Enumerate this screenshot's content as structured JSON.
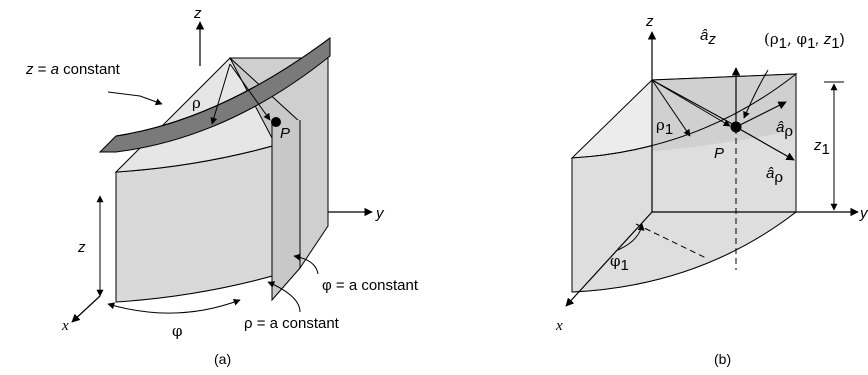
{
  "figure_a": {
    "caption": "(a)",
    "z_axis": "z",
    "y_axis": "y",
    "x_axis": "x",
    "z_const_label_var": "z",
    "z_const_label_eq": " = ",
    "z_const_label_a": "a",
    "z_const_label_rest": " constant",
    "rho": "ρ",
    "point": "P",
    "height": "z",
    "phi": "φ",
    "phi_const": "φ = a constant",
    "rho_const": "ρ = a constant"
  },
  "figure_b": {
    "caption": "(b)",
    "z_axis": "z",
    "y_axis": "y",
    "x_axis": "x",
    "a_z": "â",
    "a_z_sub": "z",
    "coords": "(ρ",
    "coords_sub1": "1",
    "coords_mid1": ", φ",
    "coords_sub2": "1",
    "coords_mid2": ", z",
    "coords_sub3": "1",
    "coords_end": ")",
    "rho1": "ρ",
    "rho1_sub": "1",
    "point": "P",
    "a_rho": "â",
    "a_rho_sub": "ρ",
    "a_phi": "â",
    "a_phi_sub": "ρ",
    "z1": "z",
    "z1_sub": "1",
    "phi1": "φ",
    "phi1_sub": "1"
  }
}
